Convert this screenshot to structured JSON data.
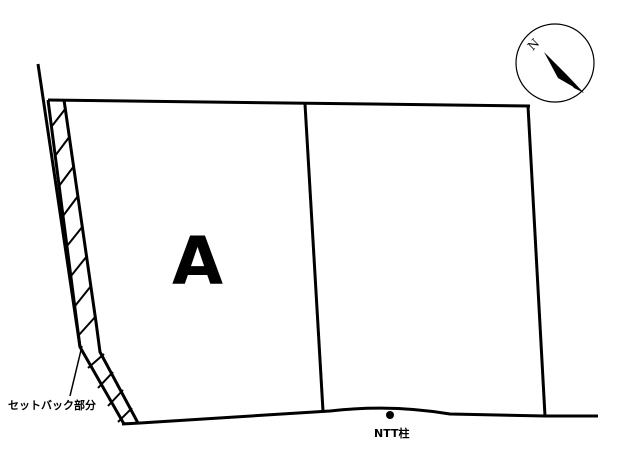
{
  "plan": {
    "lot_label": "A",
    "setback_label": "セットバック部分",
    "pole_label": "NTT柱",
    "compass_letter": "N",
    "line_color": "#000000",
    "background": "#ffffff"
  },
  "icons": {
    "compass": "north-arrow-icon",
    "pole": "utility-pole-icon"
  }
}
